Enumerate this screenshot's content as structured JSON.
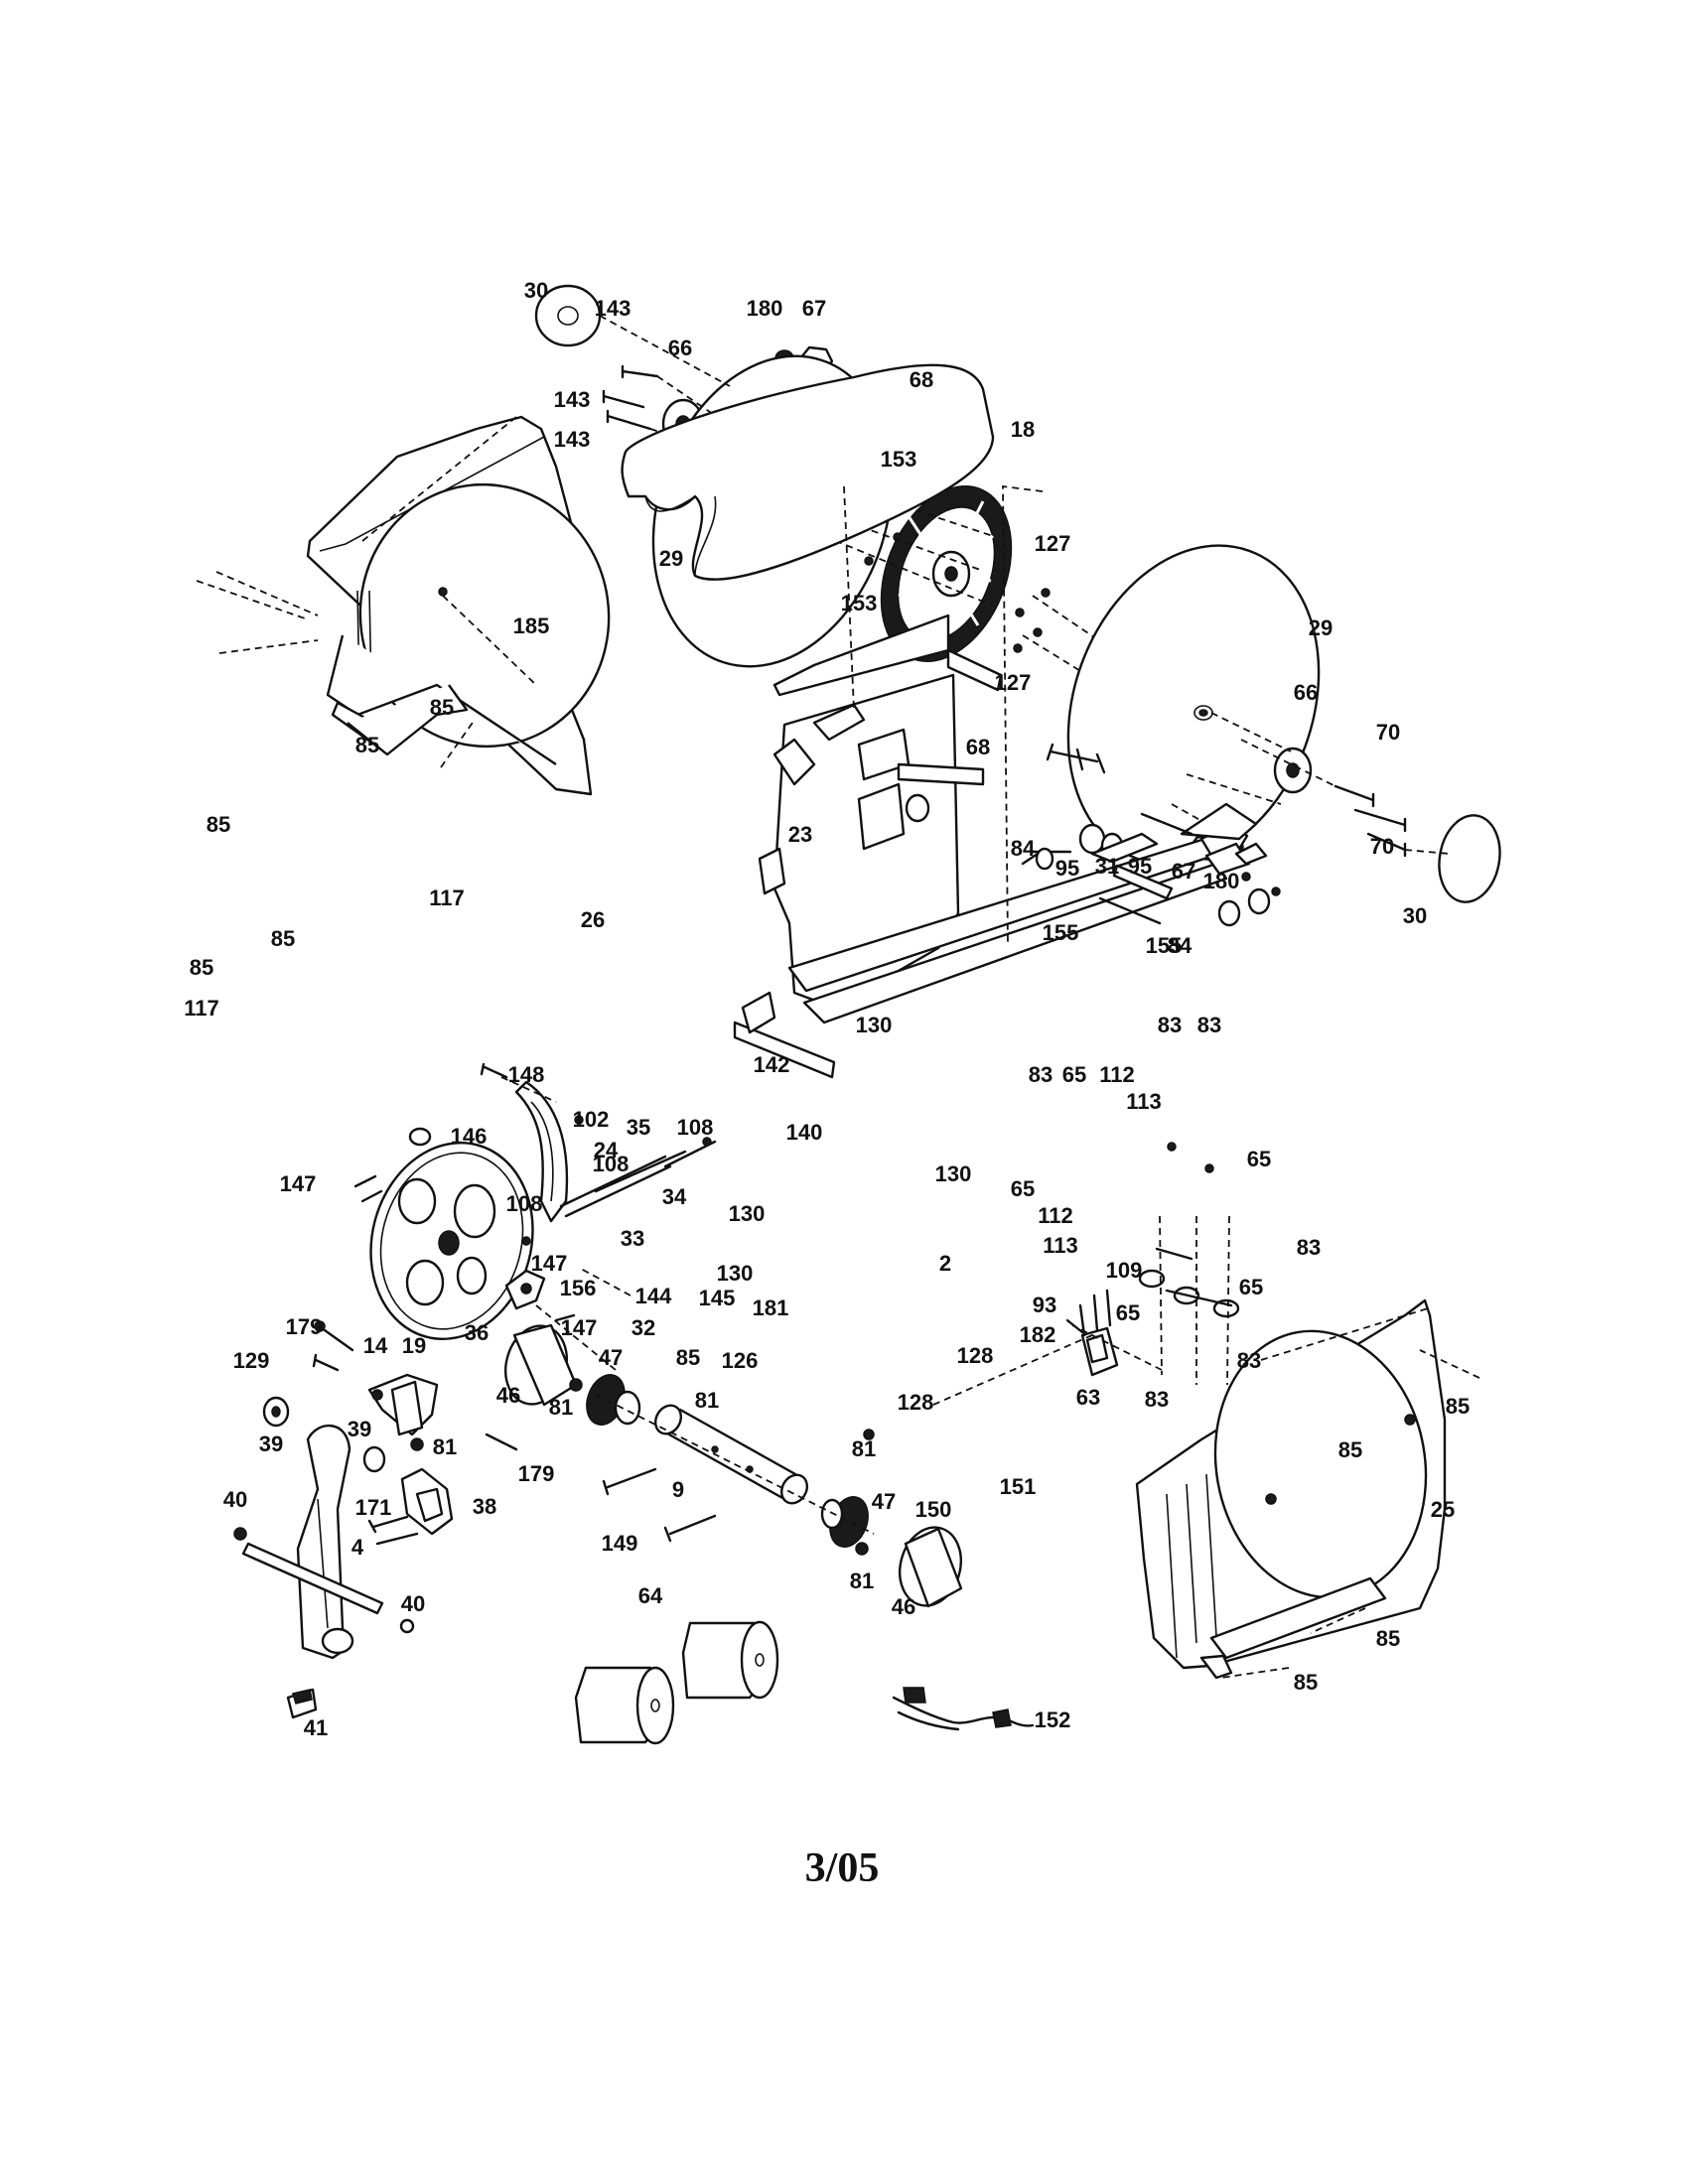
{
  "footer": {
    "date": "3/05"
  },
  "callouts": [
    "30",
    "143",
    "66",
    "180",
    "67",
    "68",
    "143",
    "143",
    "153",
    "18",
    "29",
    "153",
    "127",
    "185",
    "127",
    "29",
    "85",
    "85",
    "68",
    "66",
    "70",
    "85",
    "23",
    "84",
    "95",
    "31",
    "95",
    "70",
    "67",
    "180",
    "30",
    "117",
    "26",
    "85",
    "155",
    "155",
    "84",
    "85",
    "117",
    "83",
    "83",
    "130",
    "148",
    "142",
    "83",
    "65",
    "112",
    "102",
    "146",
    "108",
    "113",
    "35",
    "24",
    "140",
    "147",
    "108",
    "130",
    "65",
    "108",
    "34",
    "112",
    "65",
    "33",
    "113",
    "130",
    "2",
    "83",
    "147",
    "109",
    "130",
    "19",
    "144",
    "145",
    "93",
    "65",
    "156",
    "65",
    "147",
    "32",
    "181",
    "182",
    "36",
    "179",
    "47",
    "85",
    "128",
    "83",
    "83",
    "129",
    "14",
    "46",
    "81",
    "126",
    "81",
    "128",
    "63",
    "85",
    "39",
    "39",
    "81",
    "81",
    "179",
    "151",
    "85",
    "9",
    "25",
    "40",
    "171",
    "38",
    "149",
    "150",
    "47",
    "4",
    "81",
    "40",
    "46",
    "64",
    "85",
    "41",
    "152",
    "85"
  ]
}
